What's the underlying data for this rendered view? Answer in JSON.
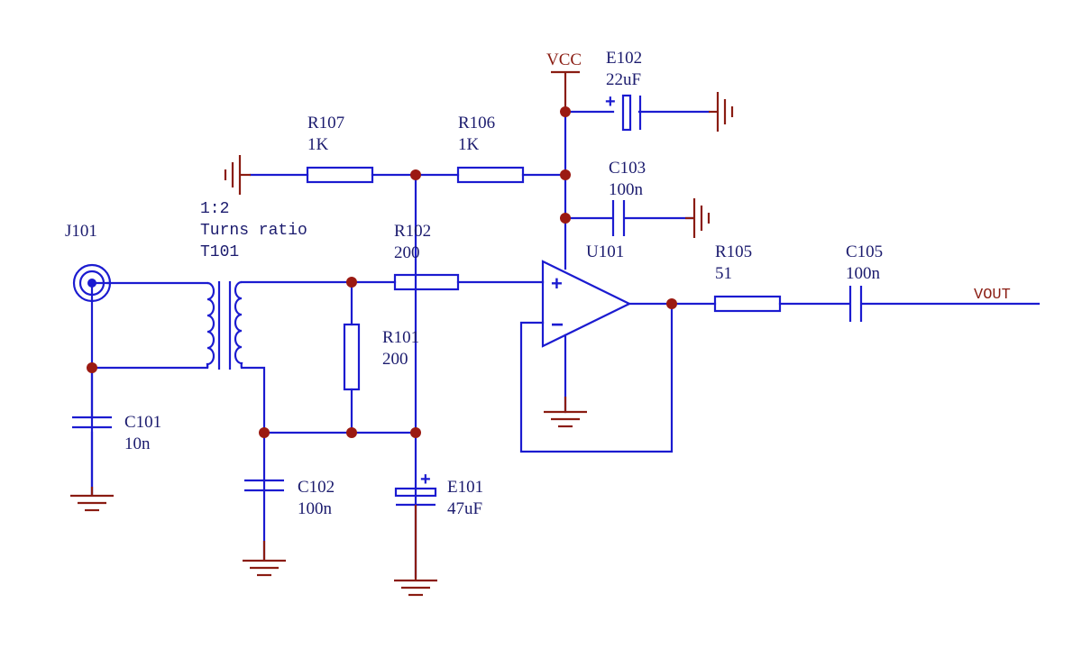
{
  "power": {
    "vcc": "VCC"
  },
  "nets": {
    "vout": "VOUT"
  },
  "components": {
    "j101": {
      "ref": "J101"
    },
    "t101": {
      "ratio": "1:2",
      "desc": "Turns ratio",
      "ref": "T101"
    },
    "r107": {
      "ref": "R107",
      "value": "1K"
    },
    "r106": {
      "ref": "R106",
      "value": "1K"
    },
    "r102": {
      "ref": "R102",
      "value": "200"
    },
    "r101": {
      "ref": "R101",
      "value": "200"
    },
    "r105": {
      "ref": "R105",
      "value": "51"
    },
    "c101": {
      "ref": "C101",
      "value": "10n"
    },
    "c102": {
      "ref": "C102",
      "value": "100n"
    },
    "c103": {
      "ref": "C103",
      "value": "100n"
    },
    "c105": {
      "ref": "C105",
      "value": "100n"
    },
    "e101": {
      "ref": "E101",
      "value": "47uF"
    },
    "e102": {
      "ref": "E102",
      "value": "22uF"
    },
    "u101": {
      "ref": "U101",
      "plus": "+",
      "minus": "−"
    }
  },
  "polarity_mark": "+",
  "colors": {
    "wire": "#1b1bd0",
    "power": "#8a1c12",
    "junction": "#9b1a12",
    "text": "#1b1b6e"
  }
}
